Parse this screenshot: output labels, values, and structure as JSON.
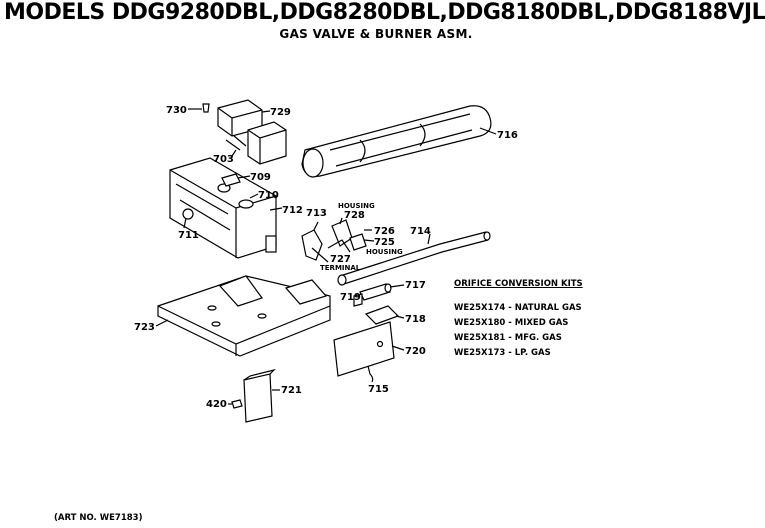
{
  "header": {
    "title": "MODELS DDG9280DBL,DDG8280DBL,DDG8180DBL,DDG8188VJL",
    "subtitle": "GAS VALVE & BURNER ASM."
  },
  "parts": {
    "p730": "730",
    "p729": "729",
    "p703": "703",
    "p709": "709",
    "p710": "710",
    "p712": "712",
    "p711": "711",
    "p713": "713",
    "p728": "728",
    "housing_top": "HOUSING",
    "p726": "726",
    "p725": "725",
    "housing_bottom": "HOUSING",
    "p727": "727",
    "terminal": "TERMINAL",
    "p714": "714",
    "p716": "716",
    "p717": "717",
    "p719": "719",
    "p718": "718",
    "p720": "720",
    "p715": "715",
    "p723": "723",
    "p721": "721",
    "p420": "420"
  },
  "orifice_kits": {
    "title": "ORIFICE CONVERSION KITS",
    "items": [
      "WE25X174 - NATURAL GAS",
      "WE25X180 - MIXED GAS",
      "WE25X181 - MFG. GAS",
      "WE25X173 - LP. GAS"
    ]
  },
  "footer": {
    "art_no": "(ART NO. WE7183)"
  }
}
